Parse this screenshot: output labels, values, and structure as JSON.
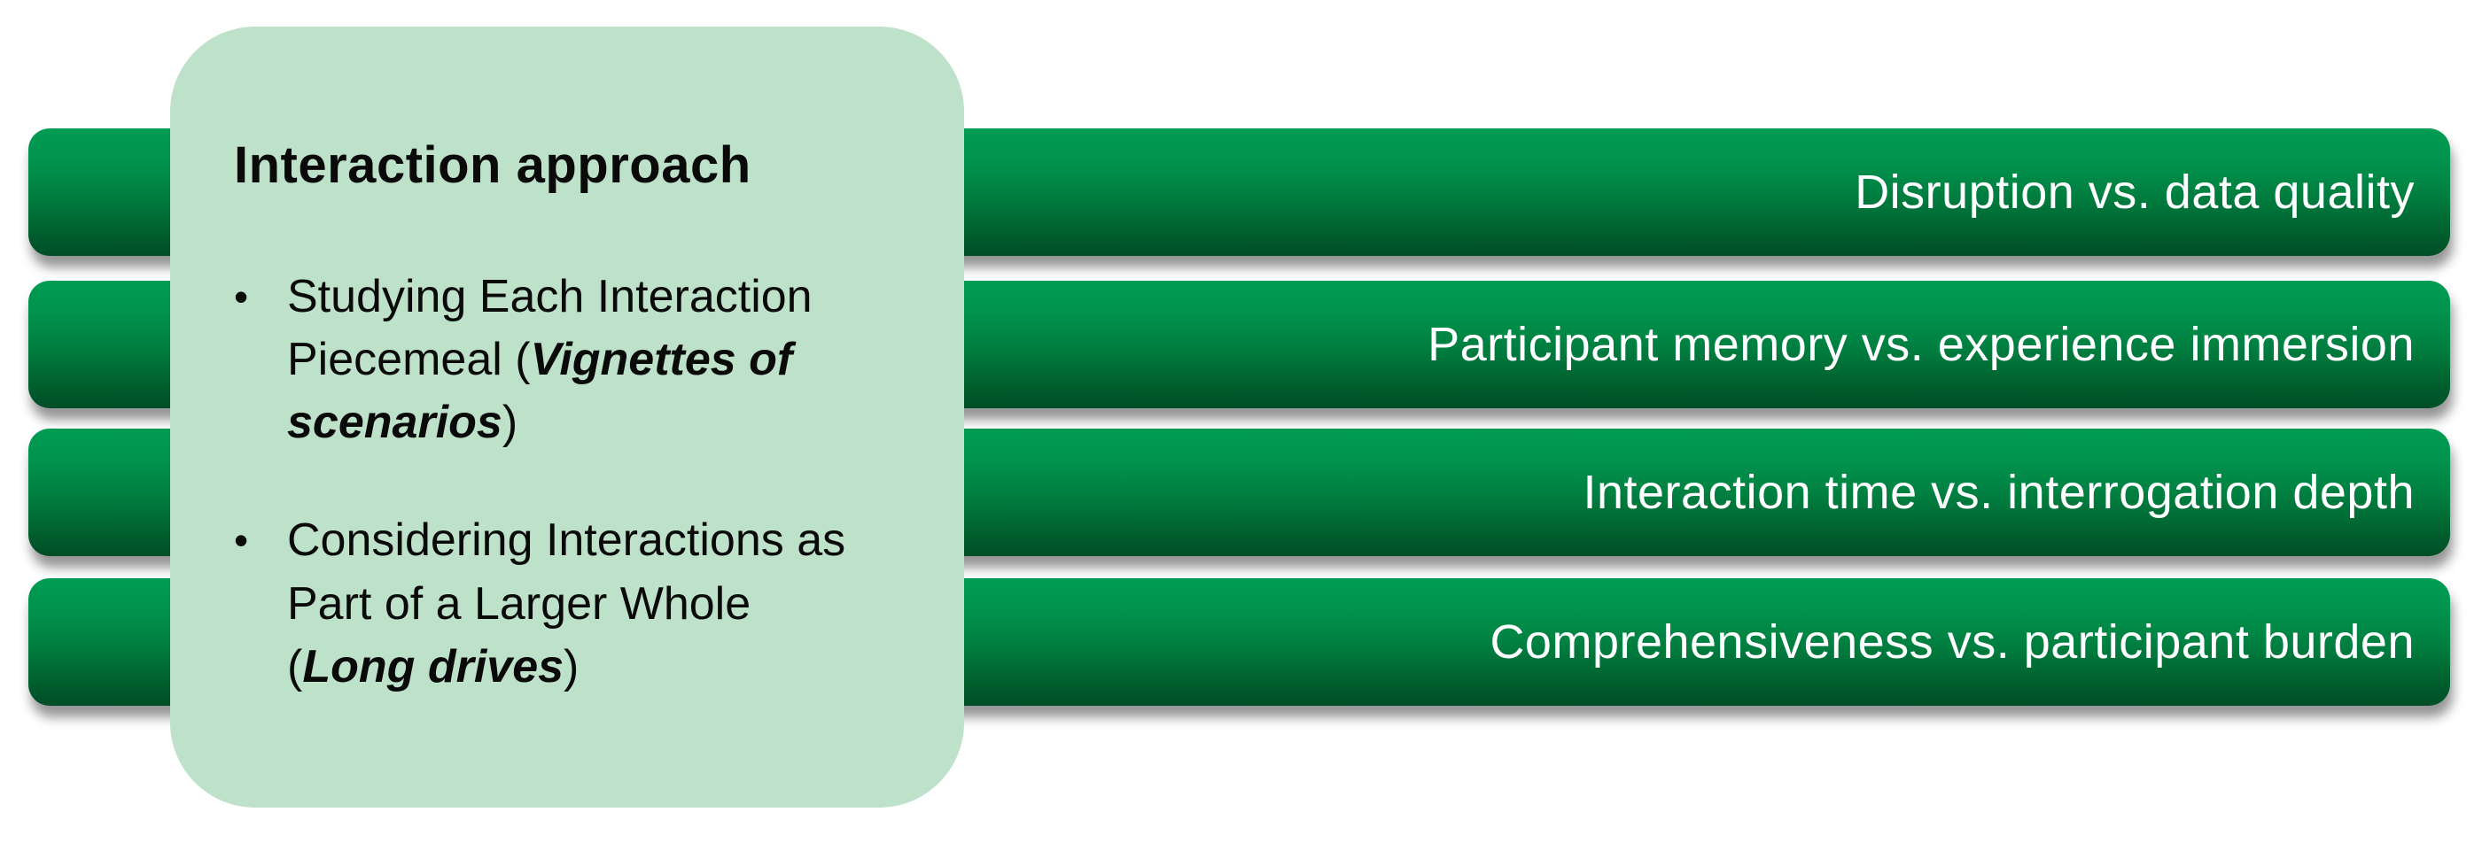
{
  "slide": {
    "background": "#ffffff",
    "colors": {
      "bar_gradient_top": "#019c53",
      "bar_gradient_bottom": "#004d26",
      "bar_text": "#ffffff",
      "card_background": "#bee1c9",
      "card_text": "#0a0a0a"
    },
    "card": {
      "title": "Interaction approach",
      "bullet_glyph": "•",
      "bullets": [
        {
          "pre": "Studying Each Interaction Piecemeal (",
          "emphasis": "Vignettes of scenarios",
          "post": ")"
        },
        {
          "pre": "Considering Interactions as Part of a Larger Whole (",
          "emphasis": "Long drives",
          "post": ")"
        }
      ]
    },
    "bars": [
      {
        "label": "Disruption vs. data quality"
      },
      {
        "label": "Participant memory vs. experience immersion"
      },
      {
        "label": "Interaction time vs. interrogation depth"
      },
      {
        "label": "Comprehensiveness vs. participant burden"
      }
    ]
  }
}
